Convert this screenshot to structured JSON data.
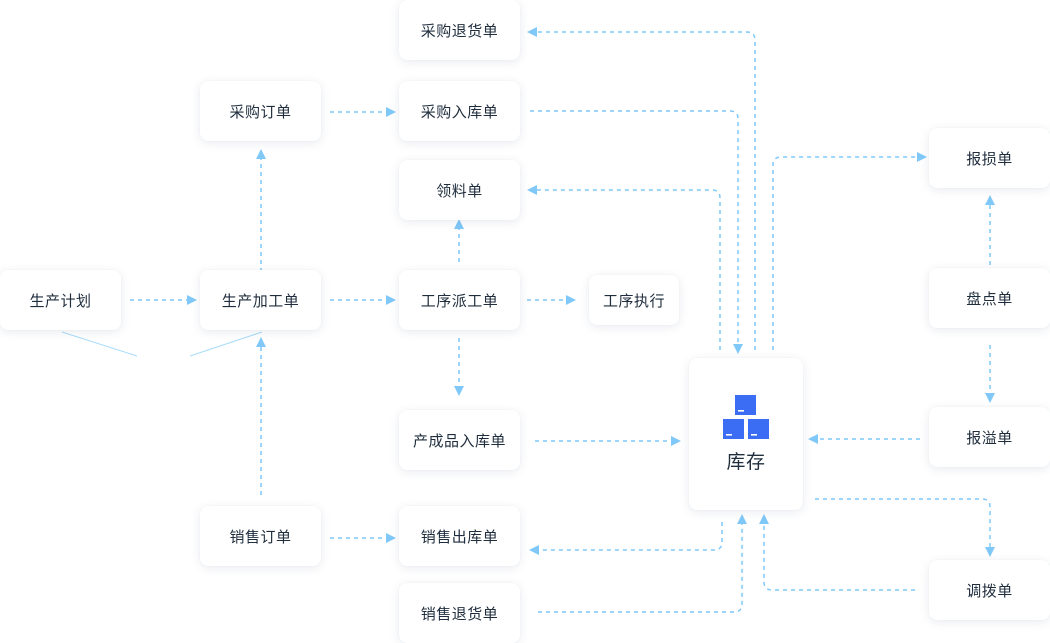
{
  "nodes": {
    "purchase_return": "采购退货单",
    "purchase_order": "采购订单",
    "purchase_receipt": "采购入库单",
    "material_requisition": "领料单",
    "production_plan": "生产计划",
    "production_order": "生产加工单",
    "process_dispatch": "工序派工单",
    "process_execution": "工序执行",
    "finished_goods_receipt": "产成品入库单",
    "sales_order": "销售订单",
    "sales_delivery": "销售出库单",
    "sales_return": "销售退货单",
    "damage_report": "报损单",
    "stocktaking": "盘点单",
    "overflow_report": "报溢单",
    "transfer_order": "调拨单",
    "inventory": "库存"
  },
  "colors": {
    "arrow": "#7fc8f8",
    "icon": "#3a6cf4"
  },
  "icons": {
    "inventory": "boxes-icon"
  }
}
